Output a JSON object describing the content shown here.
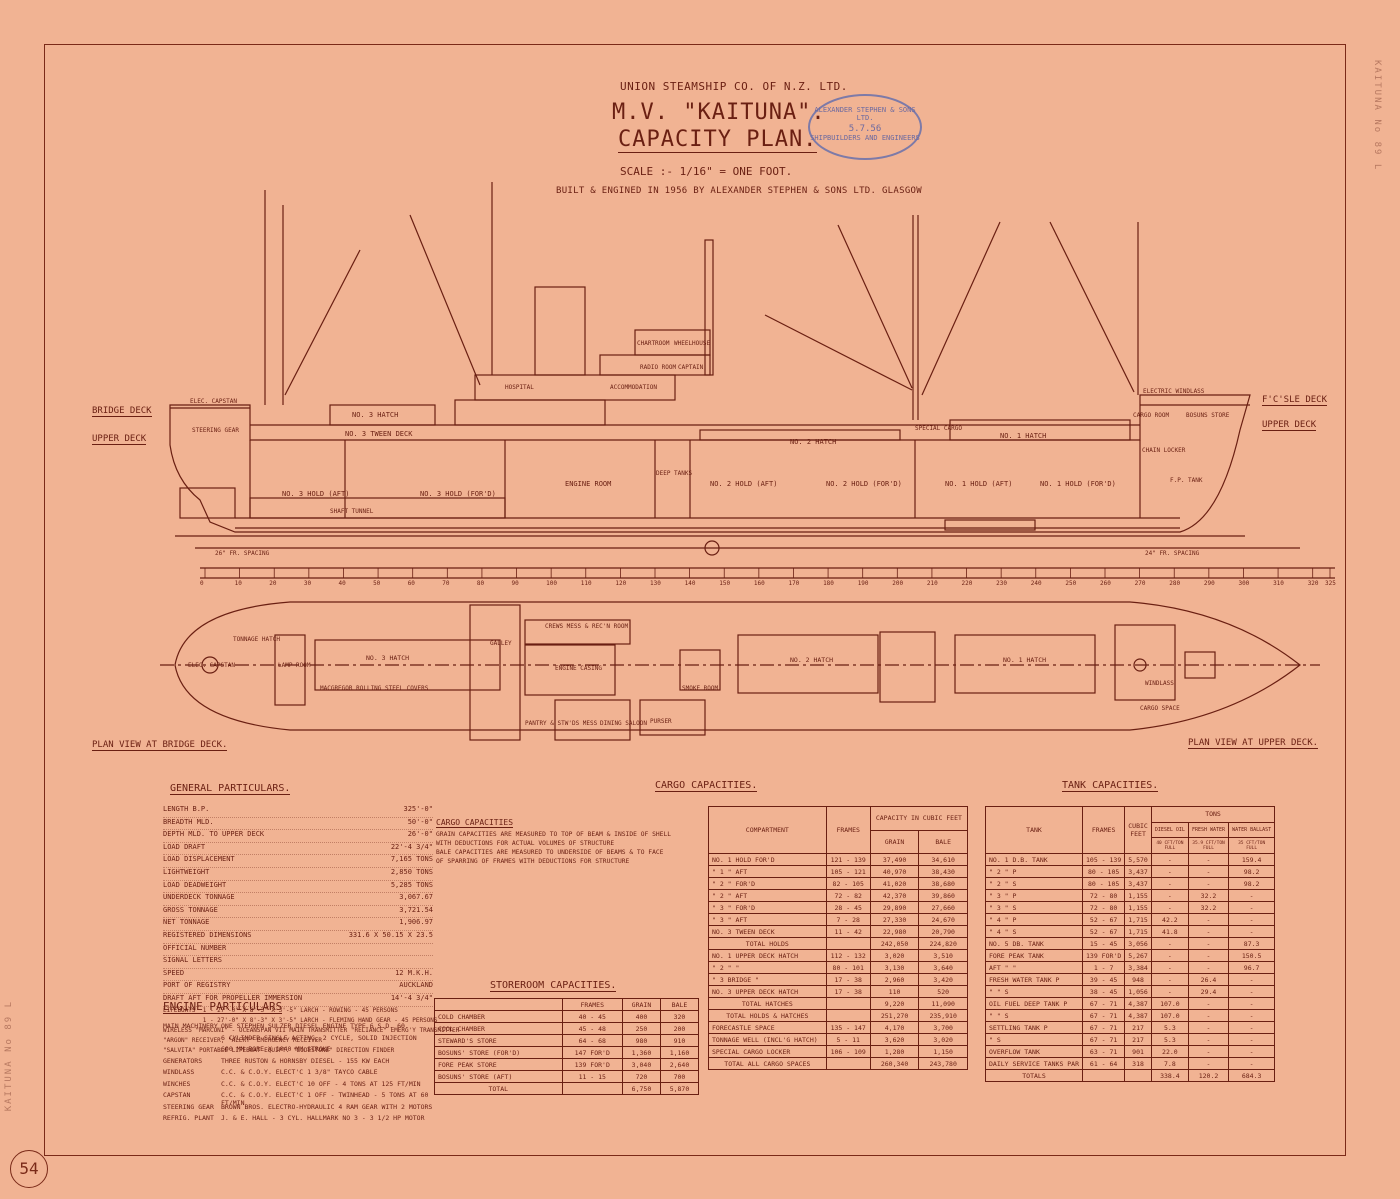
{
  "header": {
    "company": "UNION STEAMSHIP Co. OF N.Z. LTD.",
    "title_line1": "M.V. \"KAITUNA\".",
    "title_line2": "CAPACITY PLAN.",
    "scale": "SCALE :- 1/16\" = ONE FOOT.",
    "built": "BUILT & ENGINED IN 1956 BY ALEXANDER STEPHEN & SONS LTD. GLASGOW",
    "stamp_line1": "ALEXANDER STEPHEN & SONS LTD.",
    "stamp_date": "5.7.56",
    "stamp_line2": "SHIPBUILDERS AND ENGINEERS"
  },
  "profile": {
    "left_labels": [
      "BRIDGE DECK",
      "UPPER DECK"
    ],
    "right_labels": [
      "F'C'SLE DECK",
      "UPPER DECK"
    ],
    "compartments": [
      "No. 3 HOLD (AFT)",
      "No. 3 HOLD (FOR'D)",
      "ENGINE ROOM",
      "No. 2 HOLD (AFT)",
      "No. 2 HOLD (FOR'D)",
      "No. 1 HOLD (AFT)",
      "No. 1 HOLD (FOR'D)",
      "No. 3 HATCH",
      "No. 3 TWEEN DECK",
      "No. 2 HATCH",
      "No. 1 HATCH",
      "SHAFT TUNNEL",
      "HOSPITAL",
      "ACCOMMODATION",
      "RADIO ROOM",
      "CAPTAIN",
      "CHARTROOM",
      "WHEELHOUSE",
      "BOSUNS STORE",
      "CHAIN LOCKER",
      "F.P. TANK",
      "CARGO ROOM",
      "ELECTRIC WINDLASS",
      "ELEC. CAPSTAN",
      "STEERING GEAR",
      "DEEP TANKS",
      "SPECIAL CARGO"
    ],
    "scale_ticks": [
      "0",
      "10",
      "20",
      "30",
      "40",
      "50",
      "60",
      "70",
      "80",
      "90",
      "100",
      "110",
      "120",
      "130",
      "140",
      "150",
      "160",
      "170",
      "180",
      "190",
      "200",
      "210",
      "220",
      "230",
      "240",
      "250",
      "260",
      "270",
      "280",
      "290",
      "300",
      "310",
      "320",
      "325"
    ],
    "spacings": [
      "26\" FR. SPACING",
      "24\" FR. SPACING"
    ]
  },
  "plan": {
    "left_label": "PLAN VIEW AT BRIDGE DECK.",
    "right_label": "PLAN VIEW AT UPPER DECK.",
    "rooms": [
      "No. 3 HATCH",
      "MACGREGOR ROLLING STEEL COVERS",
      "CREWS MESS & REC'N ROOM",
      "GALLEY",
      "ENGINE CASING",
      "PANTRY & STW'DS MESS",
      "DINING SALOON",
      "SMOKE ROOM",
      "PURSER",
      "No. 2 HATCH",
      "No. 1 HATCH",
      "CARGO SPACE",
      "WINDLASS",
      "LAMP ROOM",
      "ELEC. CAPSTAN",
      "TONNAGE HATCH"
    ]
  },
  "general_particulars": {
    "title": "GENERAL PARTICULARS.",
    "rows": [
      [
        "LENGTH B.P.",
        "325'-0\""
      ],
      [
        "BREADTH MLD.",
        "50'-0\""
      ],
      [
        "DEPTH MLD. TO UPPER DECK",
        "26'-0\""
      ],
      [
        "LOAD DRAFT",
        "22'-4 3/4\""
      ],
      [
        "LOAD DISPLACEMENT",
        "7,165 TONS"
      ],
      [
        "LIGHTWEIGHT",
        "2,850 TONS"
      ],
      [
        "LOAD DEADWEIGHT",
        "5,285 TONS"
      ],
      [
        "UNDERDECK TONNAGE",
        "3,067.67"
      ],
      [
        "GROSS TONNAGE",
        "3,721.54"
      ],
      [
        "NET TONNAGE",
        "1,906.97"
      ],
      [
        "REGISTERED DIMENSIONS",
        "331.6 x 50.15 x 23.5"
      ],
      [
        "OFFICIAL NUMBER",
        ""
      ],
      [
        "SIGNAL LETTERS",
        ""
      ],
      [
        "SPEED",
        "12 M.K.H."
      ],
      [
        "PORT OF REGISTRY",
        "AUCKLAND"
      ],
      [
        "DRAFT AFT FOR PROPELLER IMMERSION",
        "14'-4 3/4\""
      ]
    ],
    "lifeboats": [
      "LIFEBOATS  1 - 27'-0\" x 8'-3\" x 3'-5\" LARCH - ROWING - 45 PERSONS",
      "           1 - 27'-0\" x 8'-3\" x 3'-5\" LARCH - FLEMING HAND GEAR - 45 PERSONS",
      "WIRELESS \"MARCONI\" - OCEANSPAN VII MAIN TRANSMITTER \"RELIANCE\" EMERG'Y TRANSMITTER",
      "\"ARGON\" RECEIVER, \"ALERT\" EMERGENCY RECEIVER",
      "\"SALVITA\" PORTABLE LIFEBOAT EQUIPT. \"LODESTONE\" DIRECTION FINDER"
    ]
  },
  "engine_particulars": {
    "title": "ENGINE PARTICULARS",
    "rows": [
      [
        "MAIN MACHINERY",
        "ONE STEPHEN SULZER DIESEL ENGINE TYPE 6 S.D. 60."
      ],
      [
        "",
        "6 CYLINDER SINGLE ACTING, 2 CYCLE, SOLID INJECTION"
      ],
      [
        "",
        "600 MM BORE x 1040 MM STROKE"
      ],
      [
        "GENERATORS",
        "THREE RUSTON & HORNSBY DIESEL - 155 KW EACH"
      ],
      [
        "WINDLASS",
        "C.C. & C.O.Y. ELECT'C 1 3/8\" TAYCO CABLE"
      ],
      [
        "WINCHES",
        "C.C. & C.O.Y. ELECT'C 10 OFF - 4 TONS AT 125 FT/MIN"
      ],
      [
        "CAPSTAN",
        "C.C. & C.O.Y. ELECT'C 1 OFF - TWINHEAD - 5 TONS AT 60 FT/MIN"
      ],
      [
        "STEERING GEAR",
        "BROWN BROS. ELECTRO-HYDRAULIC 4 RAM GEAR WITH 2 MOTORS"
      ],
      [
        "REFRIG. PLANT",
        "J. & E. HALL - 3 CYL. HALLMARK No 3 - 3 1/2 HP MOTOR"
      ]
    ]
  },
  "cargo_notes": {
    "title": "CARGO CAPACITIES",
    "lines": [
      "GRAIN CAPACITIES ARE MEASURED TO TOP OF BEAM & INSIDE OF SHELL",
      "WITH DEDUCTIONS FOR ACTUAL VOLUMES OF STRUCTURE",
      "BALE CAPACITIES ARE MEASURED TO UNDERSIDE OF BEAMS & TO FACE",
      "OF SPARRING OF FRAMES WITH DEDUCTIONS FOR STRUCTURE"
    ]
  },
  "storeroom": {
    "title": "STOREROOM CAPACITIES.",
    "headers": [
      "",
      "FRAMES",
      "GRAIN",
      "BALE"
    ],
    "rows": [
      [
        "COLD CHAMBER",
        "40 - 45",
        "400",
        "320"
      ],
      [
        "COOL CHAMBER",
        "45 - 48",
        "250",
        "200"
      ],
      [
        "STEWARD'S STORE",
        "64 - 68",
        "980",
        "910"
      ],
      [
        "BOSUNS' STORE (FOR'D)",
        "147 FOR'D",
        "1,360",
        "1,160"
      ],
      [
        "FORE PEAK STORE",
        "139 FOR'D",
        "3,040",
        "2,640"
      ],
      [
        "BOSUNS' STORE (AFT)",
        "11 - 15",
        "720",
        "700"
      ],
      [
        "TOTAL",
        "",
        "6,750",
        "5,870"
      ]
    ]
  },
  "cargo_capacities": {
    "title": "CARGO CAPACITIES.",
    "headers": [
      "COMPARTMENT",
      "FRAMES",
      "CAPACITY IN CUBIC FEET",
      "GRAIN",
      "BALE"
    ],
    "rows": [
      [
        "No. 1 HOLD FOR'D",
        "121 - 139",
        "37,490",
        "34,610"
      ],
      [
        "\" 1 \" AFT",
        "105 - 121",
        "40,970",
        "38,430"
      ],
      [
        "\" 2 \" FOR'D",
        "82 - 105",
        "41,020",
        "38,680"
      ],
      [
        "\" 2 \" AFT",
        "72 - 82",
        "42,370",
        "39,860"
      ],
      [
        "\" 3 \" FOR'D",
        "28 - 45",
        "29,890",
        "27,660"
      ],
      [
        "\" 3 \" AFT",
        "7 - 28",
        "27,330",
        "24,670"
      ],
      [
        "No. 3 TWEEN DECK",
        "11 - 42",
        "22,980",
        "20,790"
      ],
      [
        "TOTAL HOLDS",
        "",
        "242,050",
        "224,820"
      ],
      [
        "No. 1 UPPER DECK HATCH",
        "112 - 132",
        "3,020",
        "3,510"
      ],
      [
        "\" 2 \" \"",
        "80 - 101",
        "3,130",
        "3,640"
      ],
      [
        "\" 3 BRIDGE \"",
        "17 - 38",
        "2,960",
        "3,420"
      ],
      [
        "No. 3 UPPER DECK HATCH",
        "17 - 38",
        "110",
        "520"
      ],
      [
        "TOTAL HATCHES",
        "",
        "9,220",
        "11,090"
      ],
      [
        "TOTAL HOLDS & HATCHES",
        "",
        "251,270",
        "235,910"
      ],
      [
        "FORECASTLE SPACE",
        "135 - 147",
        "4,170",
        "3,700"
      ],
      [
        "TONNAGE WELL (INCL'G HATCH)",
        "5 - 11",
        "3,620",
        "3,020"
      ],
      [
        "SPECIAL CARGO LOCKER",
        "106 - 109",
        "1,280",
        "1,150"
      ],
      [
        "TOTAL ALL CARGO SPACES",
        "",
        "260,340",
        "243,780"
      ]
    ]
  },
  "tank_capacities": {
    "title": "TANK CAPACITIES.",
    "headers": [
      "TANK",
      "FRAMES",
      "CUBIC FEET",
      "TONS",
      "DIESEL OIL",
      "FRESH WATER",
      "WATER BALLAST"
    ],
    "subheaders": [
      "40 cft/ton FULL",
      "35.9 cft/ton FULL",
      "35 cft/ton FULL"
    ],
    "rows": [
      [
        "No. 1 D.B. TANK",
        "105 - 139",
        "5,570",
        "-",
        "-",
        "159.4"
      ],
      [
        "\" 2 \" P",
        "80 - 105",
        "3,437",
        "-",
        "-",
        "98.2"
      ],
      [
        "\" 2 \" S",
        "80 - 105",
        "3,437",
        "-",
        "-",
        "98.2"
      ],
      [
        "\" 3 \" P",
        "72 - 80",
        "1,155",
        "-",
        "32.2",
        "-"
      ],
      [
        "\" 3 \" S",
        "72 - 80",
        "1,155",
        "-",
        "32.2",
        "-"
      ],
      [
        "\" 4 \" P",
        "52 - 67",
        "1,715",
        "42.2",
        "-",
        "-"
      ],
      [
        "\" 4 \" S",
        "52 - 67",
        "1,715",
        "41.8",
        "-",
        "-"
      ],
      [
        "No. 5 DB. TANK",
        "15 - 45",
        "3,056",
        "-",
        "-",
        "87.3"
      ],
      [
        "FORE PEAK TANK",
        "139 FOR'D",
        "5,267",
        "-",
        "-",
        "150.5"
      ],
      [
        "AFT \" \"",
        "1 - 7",
        "3,384",
        "-",
        "-",
        "96.7"
      ],
      [
        "FRESH WATER TANK P",
        "39 - 45",
        "948",
        "-",
        "26.4",
        "-"
      ],
      [
        "\" \" S",
        "38 - 45",
        "1,056",
        "-",
        "29.4",
        "-"
      ],
      [
        "OIL FUEL DEEP TANK P",
        "67 - 71",
        "4,387",
        "107.0",
        "-",
        "-"
      ],
      [
        "\" \" S",
        "67 - 71",
        "4,387",
        "107.0",
        "-",
        "-"
      ],
      [
        "SETTLING TANK P",
        "67 - 71",
        "217",
        "5.3",
        "-",
        "-"
      ],
      [
        "\" S",
        "67 - 71",
        "217",
        "5.3",
        "-",
        "-"
      ],
      [
        "OVERFLOW TANK",
        "63 - 71",
        "901",
        "22.0",
        "-",
        "-"
      ],
      [
        "DAILY SERVICE TANKS PAR",
        "61 - 64",
        "318",
        "7.8",
        "-",
        "-"
      ],
      [
        "TOTALS",
        "",
        "",
        "338.4",
        "120.2",
        "684.3"
      ]
    ]
  },
  "sheet_number": "54",
  "margin_note": "KAITUNA No 89 L"
}
